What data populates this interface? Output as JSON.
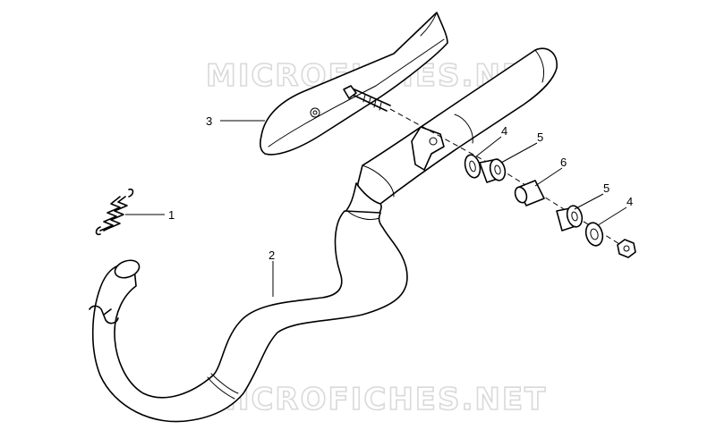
{
  "watermark": {
    "text": "MICROFICHES.NET"
  },
  "callouts": [
    {
      "id": "callout-1",
      "label": "1"
    },
    {
      "id": "callout-2",
      "label": "2"
    },
    {
      "id": "callout-3",
      "label": "3"
    },
    {
      "id": "callout-4a",
      "label": "4"
    },
    {
      "id": "callout-5a",
      "label": "5"
    },
    {
      "id": "callout-6",
      "label": "6"
    },
    {
      "id": "callout-5b",
      "label": "5"
    },
    {
      "id": "callout-4b",
      "label": "4"
    }
  ]
}
